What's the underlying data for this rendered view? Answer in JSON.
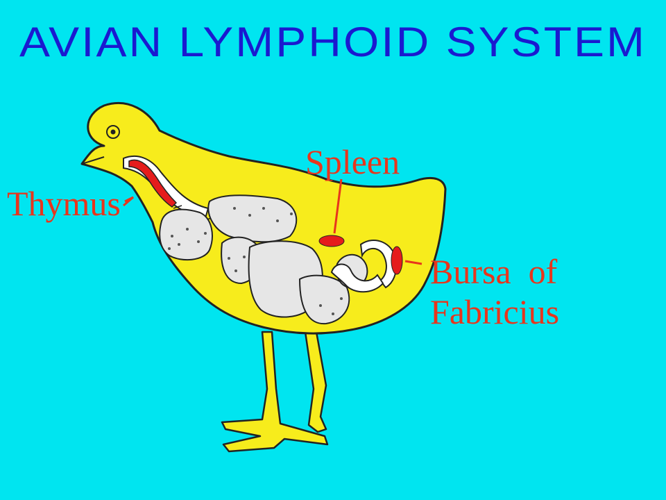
{
  "title": "AVIAN LYMPHOID SYSTEM",
  "labels": {
    "thymus": "Thymus",
    "spleen": "Spleen",
    "bursa_line1": "Bursa  of",
    "bursa_line2": "Fabricius"
  },
  "colors": {
    "background": "#00e5f0",
    "title": "#1a1ad0",
    "body": "#f7ec1c",
    "organ": "#e51c1c",
    "label": "#e8351c",
    "viscera": "#e6e6e6"
  }
}
